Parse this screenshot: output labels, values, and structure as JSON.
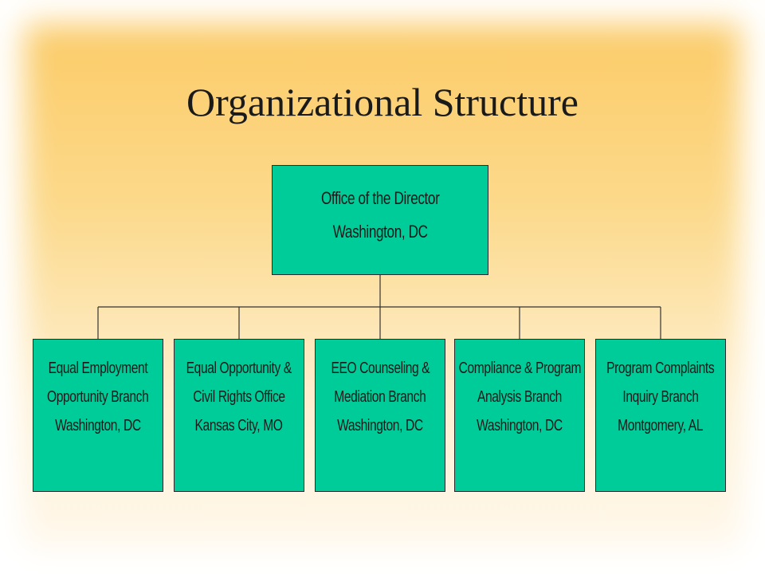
{
  "slide": {
    "title": "Organizational Structure"
  },
  "org_chart": {
    "director": {
      "lines": [
        "Office of the Director",
        "Washington, DC"
      ]
    },
    "branches": [
      {
        "lines": [
          "Equal Employment",
          "Opportunity Branch",
          "Washington, DC"
        ]
      },
      {
        "lines": [
          "Equal Opportunity &",
          "Civil Rights Office",
          "Kansas City, MO"
        ]
      },
      {
        "lines": [
          "EEO Counseling &",
          "Mediation Branch",
          "Washington, DC"
        ]
      },
      {
        "lines": [
          "Compliance & Program",
          "Analysis Branch",
          "Washington, DC"
        ]
      },
      {
        "lines": [
          "Program Complaints",
          "Inquiry Branch",
          "Montgomery, AL"
        ]
      }
    ]
  },
  "colors": {
    "box_fill": "#00cc99",
    "box_border": "#2b2b2b",
    "background_top": "#fbc963",
    "background_bottom": "#fffaf2"
  }
}
